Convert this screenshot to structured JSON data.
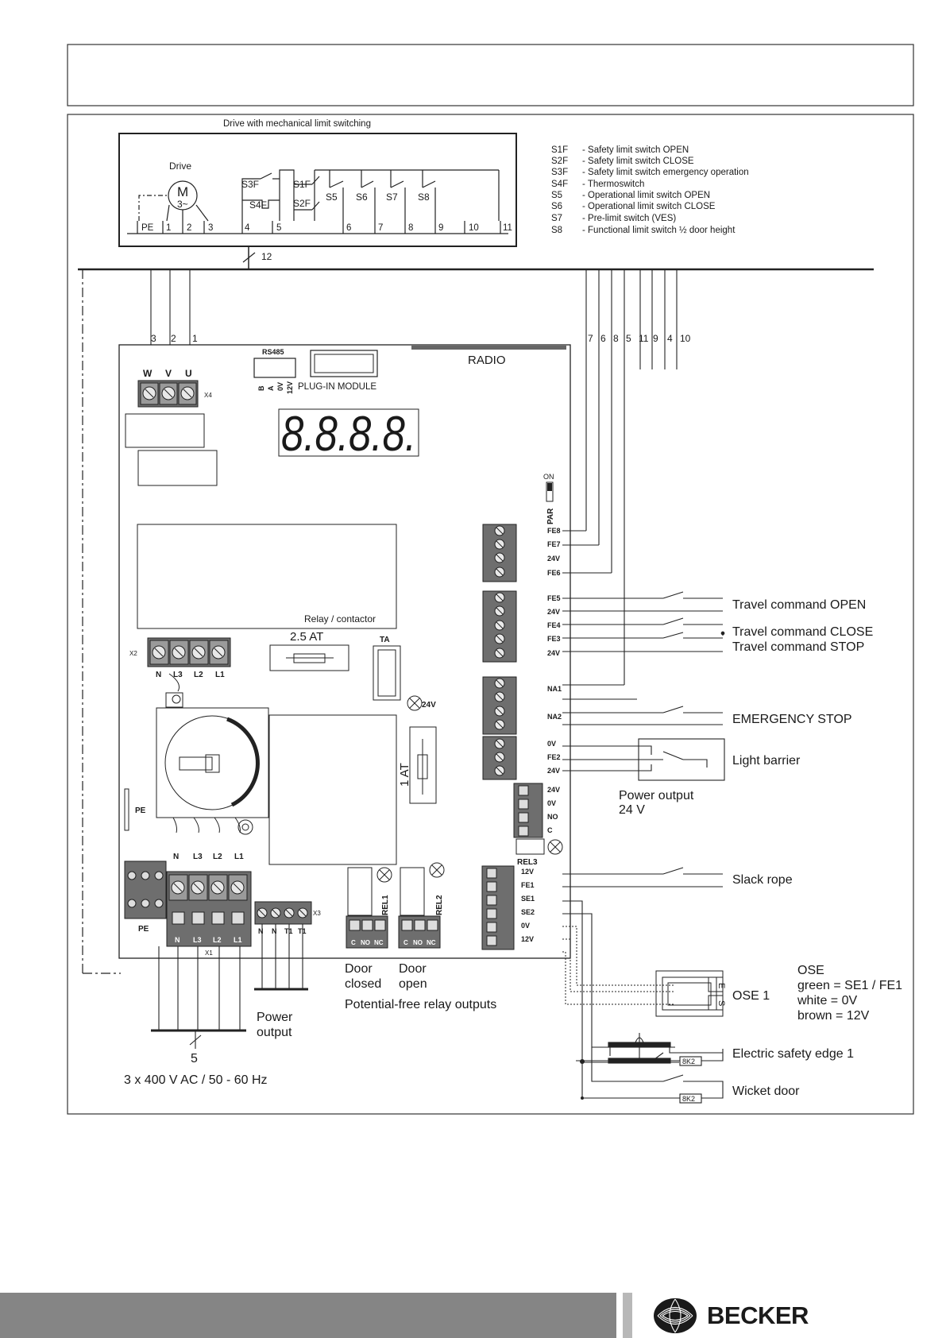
{
  "drive_box": {
    "title": "Drive with mechanical limit switching",
    "motor_caption": "Drive",
    "motor_symbol": "M",
    "motor_sub": "3~",
    "terminals": [
      "PE",
      "1",
      "2",
      "3",
      "4",
      "5",
      "6",
      "7",
      "8",
      "9",
      "10",
      "11"
    ],
    "switch_labels": [
      "S3F",
      "S4F",
      "S1F",
      "S2F",
      "S5",
      "S6",
      "S7",
      "S8"
    ],
    "cable_label": "12"
  },
  "legend": [
    {
      "code": "S1F",
      "text": "- Safety limit switch OPEN"
    },
    {
      "code": "S2F",
      "text": "- Safety limit switch CLOSE"
    },
    {
      "code": "S3F",
      "text": "- Safety limit switch emergency operation"
    },
    {
      "code": "S4F",
      "text": "- Thermoswitch"
    },
    {
      "code": "S5",
      "text": "- Operational limit switch OPEN"
    },
    {
      "code": "S6",
      "text": "- Operational limit switch CLOSE"
    },
    {
      "code": "S7",
      "text": "- Pre-limit switch (VES)"
    },
    {
      "code": "S8",
      "text": "- Functional limit switch ½ door height"
    }
  ],
  "wire_labels_left": [
    "3",
    "2",
    "1"
  ],
  "wire_labels_right": [
    "7",
    "6",
    "8",
    "5",
    "11",
    "9",
    "4",
    "10"
  ],
  "board": {
    "rs485": "RS485",
    "rs485_pins": [
      "B",
      "A",
      "0V",
      "12V"
    ],
    "plugin": "PLUG-IN MODULE",
    "radio": "RADIO",
    "x4_pins": [
      "W",
      "V",
      "U"
    ],
    "x4": "X4",
    "display": "8.8.8.8.",
    "on": "ON",
    "par": "PAR",
    "relay": "Relay / contactor",
    "fuse1": "2.5 AT",
    "ta": "TA",
    "x2": "X2",
    "x2_pins": [
      "N",
      "L3",
      "L2",
      "L1"
    ],
    "lamp_24v": "24V",
    "fuse2": "1 AT",
    "pe_left": "PE",
    "main_pins": [
      "N",
      "L3",
      "L2",
      "L1"
    ],
    "pe_bottom": "PE",
    "x1_pins": [
      "N",
      "L3",
      "L2",
      "L1"
    ],
    "x1": "X1",
    "x3_pins": [
      "N",
      "N",
      "T1",
      "T1"
    ],
    "x3": "X3",
    "rel1": "REL1",
    "rel2": "REL2",
    "rel3": "REL3",
    "rel_pins": [
      "C",
      "NO",
      "NC"
    ],
    "group1": [
      "FE8",
      "FE7",
      "24V",
      "FE6"
    ],
    "group2": [
      "FE5",
      "24V",
      "FE4",
      "FE3",
      "24V"
    ],
    "group3": [
      "NA1",
      "NA2"
    ],
    "group4": [
      "0V",
      "FE2",
      "24V"
    ],
    "group5": [
      "24V",
      "0V",
      "NO",
      "C"
    ],
    "group6": [
      "12V",
      "FE1",
      "SE1",
      "SE2",
      "0V",
      "12V"
    ]
  },
  "right_labels": {
    "open": "Travel command OPEN",
    "close": "Travel command CLOSE",
    "stop": "Travel command STOP",
    "estop": "EMERGENCY STOP",
    "light": "Light barrier",
    "power_out": [
      "Power output",
      "24 V"
    ],
    "slack": "Slack rope",
    "ose1": "OSE 1",
    "ose_e": "E",
    "ose_s": "S",
    "ose_legend": [
      "OSE",
      "green = SE1 / FE1",
      "white = 0V",
      "brown = 12V"
    ],
    "edge": "Electric safety edge 1",
    "r8k2": "8K2",
    "wicket": "Wicket door"
  },
  "bottom_labels": {
    "door_closed": [
      "Door",
      "closed"
    ],
    "door_open": [
      "Door",
      "open"
    ],
    "relay_out": "Potential-free relay outputs",
    "power_output": [
      "Power",
      "output"
    ],
    "supply_num": "5",
    "supply": "3 x 400 V AC / 50 - 60 Hz"
  },
  "brand": {
    "name": "BECKER"
  }
}
